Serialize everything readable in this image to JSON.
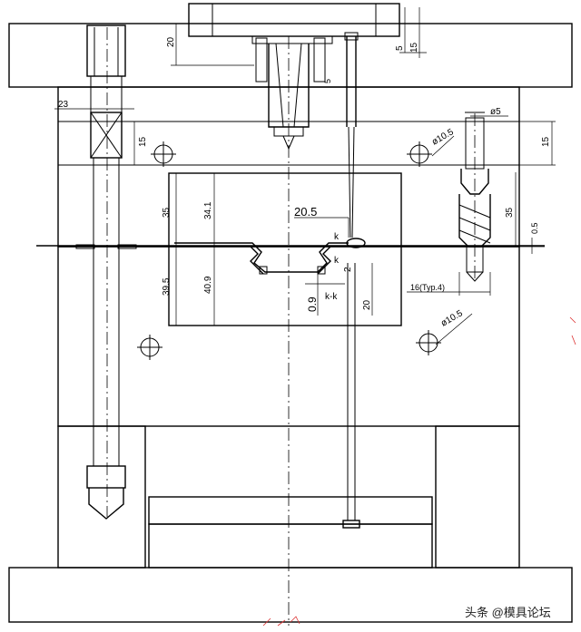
{
  "dimensions": {
    "top_clamp_thickness": "20",
    "sprue_bushing_gap": "5",
    "sprue_bushing_flange": "15",
    "runner_plate_offset": "5",
    "return_pin_offset": "23",
    "guide_plate_thickness": "15",
    "guide_hole_dia": "ø10.5",
    "ejector_pin_dia": "ø5",
    "ejector_guide_thickness": "15",
    "cavity_depth_outer": "35",
    "cavity_depth_inner": "34.1",
    "core_height_outer": "39.5",
    "core_height_inner": "40.9",
    "part_width": "20.5",
    "rib_height": "0.9",
    "section_label_top": "k",
    "section_label_bottom": "k",
    "section_name": "k-k",
    "wall": "2",
    "ejector_stroke": "20",
    "pin_depth": "35",
    "pin_offset": "0.5",
    "pin_spec": "16(Typ.4)",
    "lower_hole_dia": "ø10.5"
  },
  "watermark": "头条 @模具论坛"
}
